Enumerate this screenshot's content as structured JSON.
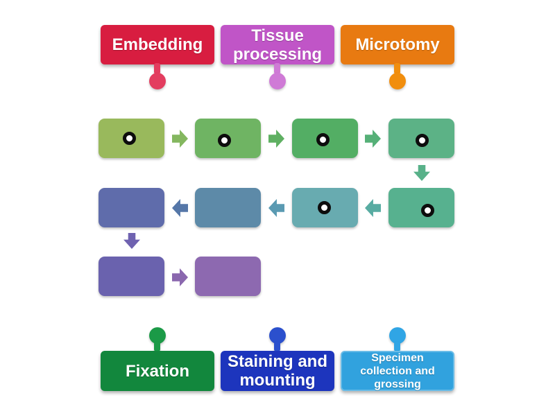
{
  "canvas": {
    "background": "#ffffff"
  },
  "labels": {
    "top": [
      {
        "text": "Embedding",
        "color": "#d81d40",
        "pin_color": "#e33d5f"
      },
      {
        "text": "Tissue processing",
        "color": "#c055c7",
        "pin_color": "#cf7ad6"
      },
      {
        "text": "Microtomy",
        "color": "#e87a11",
        "pin_color": "#f18e0e"
      }
    ],
    "bottom": [
      {
        "text": "Fixation",
        "color": "#12873d",
        "pin_color": "#1b9a47"
      },
      {
        "text": "Staining and mounting",
        "color": "#1d35bd",
        "pin_color": "#2b50cd"
      },
      {
        "text": "Specimen collection and grossing",
        "color": "#31a2de",
        "pin_color": "#30a5e5"
      }
    ]
  },
  "flow": {
    "rects": [
      {
        "row": 1,
        "col": 1,
        "color": "#99b95c",
        "has_target": true
      },
      {
        "row": 1,
        "col": 2,
        "color": "#6fb463",
        "has_target": true
      },
      {
        "row": 1,
        "col": 3,
        "color": "#53ae64",
        "has_target": true
      },
      {
        "row": 1,
        "col": 4,
        "color": "#5cb286",
        "has_target": true
      },
      {
        "row": 2,
        "col": 4,
        "color": "#57b18f",
        "has_target": true
      },
      {
        "row": 2,
        "col": 3,
        "color": "#68abb0",
        "has_target": true
      },
      {
        "row": 2,
        "col": 2,
        "color": "#5d8aa8",
        "has_target": false
      },
      {
        "row": 2,
        "col": 1,
        "color": "#5f6cab",
        "has_target": false
      },
      {
        "row": 3,
        "col": 1,
        "color": "#6a62ae",
        "has_target": false
      },
      {
        "row": 3,
        "col": 2,
        "color": "#8d69b0",
        "has_target": false
      }
    ],
    "arrows": [
      {
        "dir": "right",
        "color": "#84b75f"
      },
      {
        "dir": "right",
        "color": "#5fb062"
      },
      {
        "dir": "right",
        "color": "#55b077"
      },
      {
        "dir": "down",
        "color": "#58b189"
      },
      {
        "dir": "left",
        "color": "#58aca2"
      },
      {
        "dir": "left",
        "color": "#5a9ab2"
      },
      {
        "dir": "left",
        "color": "#5577a8"
      },
      {
        "dir": "down",
        "color": "#6f62b0"
      },
      {
        "dir": "right",
        "color": "#8a67ae"
      }
    ],
    "target_style": {
      "fill": "#ffffff",
      "ring": "#0d0d0d"
    }
  }
}
